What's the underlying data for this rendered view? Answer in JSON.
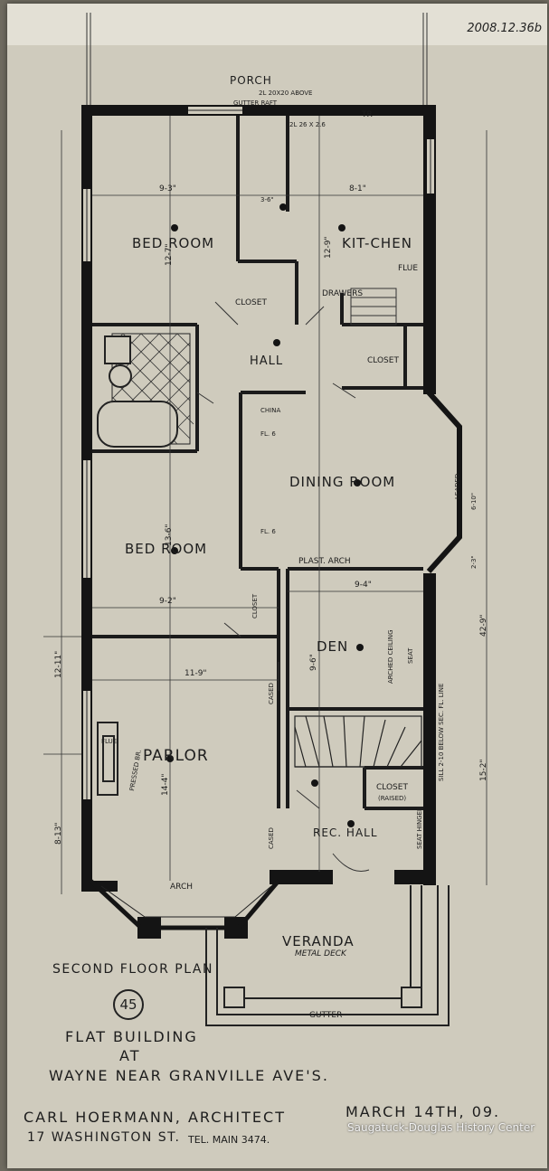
{
  "catalog_number": "2008.12.36b",
  "rooms": {
    "porch": "PORCH",
    "bed_room_1": "BED ROOM",
    "kitchen": "KIT-CHEN",
    "closet_1": "CLOSET",
    "closet_2": "CLOSET",
    "hall": "HALL",
    "china": "CHINA",
    "dining_room": "DINING ROOM",
    "bed_room_2": "BED ROOM",
    "closet_3": "CLOSET",
    "den": "DEN",
    "parlor": "PARLOR",
    "closet_raised": "CLOSET",
    "raised": "(RAISED)",
    "rec_hall": "REC. HALL",
    "veranda": "VERANDA",
    "metal_deck": "METAL DECK",
    "gutter": "GUTTER"
  },
  "notes": {
    "porch_rafters": "2L 20X20 ABOVE",
    "gutter_rafter": "GUTTER RAFT",
    "window_top": "2L 26 X 2.6",
    "tr": "TR",
    "drawers": "DRAWERS",
    "plast_arch": "PLAST. ARCH",
    "arched_ceiling": "ARCHED CEILING",
    "arch": "ARCH",
    "pressed_br": "PRESSED BR.",
    "leaded": "LEADED",
    "cased_1": "CASED",
    "cased_2": "CASED",
    "seat": "SEAT",
    "seat_hinged": "SEAT HINGED",
    "sill_note": "SILL 2-10 BELOW SEC. FL. LINE",
    "flue_1": "FLUE",
    "flue_2": "FLUE",
    "fl_6a": "FL. 6",
    "fl_6b": "FL. 6"
  },
  "dimensions": {
    "d_9_3": "9-3\"",
    "d_8_1": "8-1\"",
    "d_12_7": "12-7\"",
    "d_12_9": "12-9\"",
    "d_9_2": "9-2\"",
    "d_9_4": "9-4\"",
    "d_11_9": "11-9\"",
    "d_13_6": "13-6\"",
    "d_9_6": "9-6\"",
    "d_14_4": "14-4\"",
    "d_12_11": "12-11\"",
    "d_8_3": "8-13\"",
    "d_42_9": "42-9\"",
    "d_15_2": "15-2\"",
    "d_6_10": "6-10\"",
    "d_2_3": "2-3\"",
    "d_3_6": "3-6\""
  },
  "plan_number": "45",
  "title": {
    "plan": "SECOND FLOOR PLAN",
    "building": "FLAT BUILDING",
    "at": "AT",
    "location": "WAYNE NEAR GRANVILLE AVE'S."
  },
  "architect": {
    "name": "CARL HOERMANN, ARCHITECT",
    "address": "17 WASHINGTON ST.",
    "tel": "TEL. MAIN 3474."
  },
  "date": "MARCH 14TH, 09.",
  "credit": "Saugatuck-Douglas History Center",
  "colors": {
    "paper": "#cfcbbd",
    "ink": "#141414",
    "background": "#6f6b60"
  }
}
